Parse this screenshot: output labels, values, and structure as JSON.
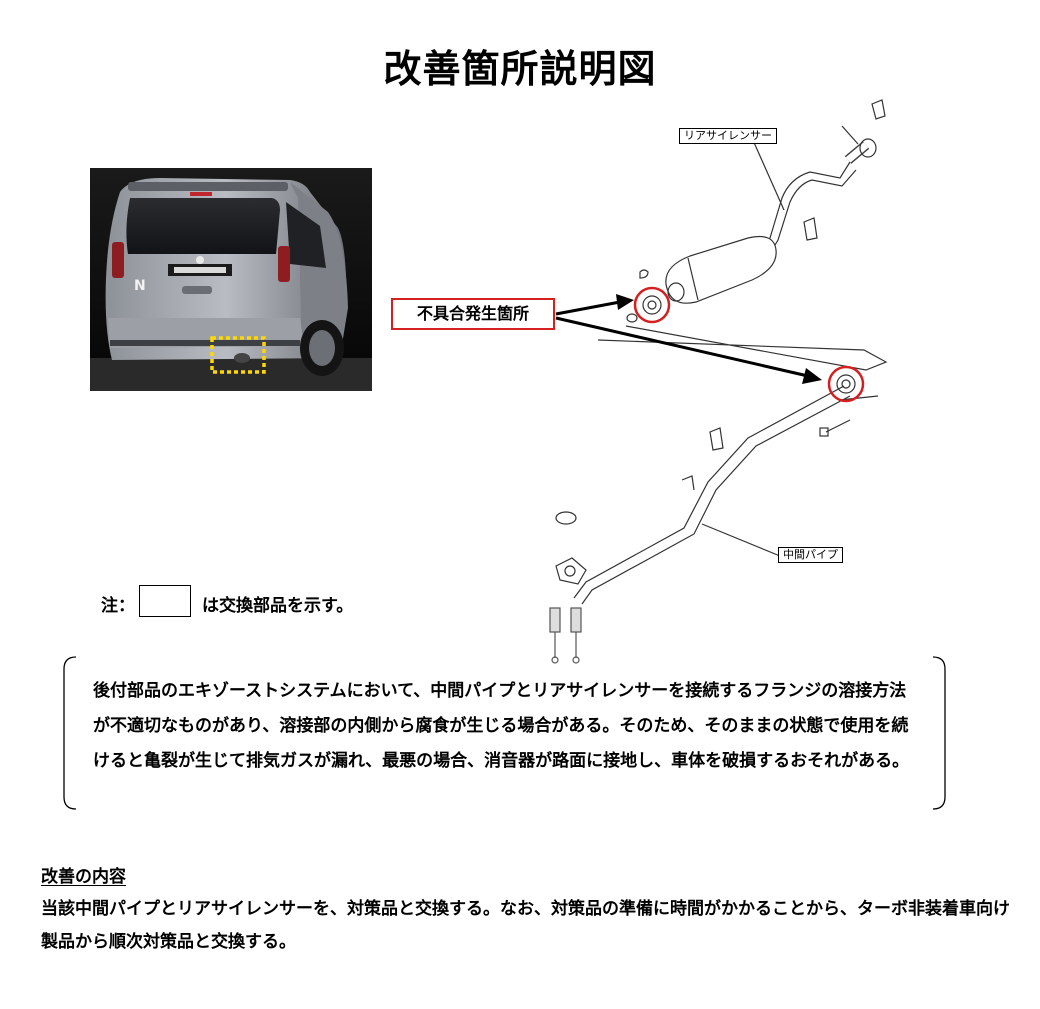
{
  "title": "改善箇所説明図",
  "diagram": {
    "defect_label": "不具合発生箇所",
    "part_labels": {
      "rear_silencer": "リアサイレンサー",
      "middle_pipe": "中間パイプ"
    },
    "highlight_color": "#d42020"
  },
  "photo": {
    "emblem": "N",
    "highlight_color": "#ffd800"
  },
  "note": {
    "prefix": "注：",
    "text": "は交換部品を示す。"
  },
  "description": "後付部品のエキゾーストシステムにおいて、中間パイプとリアサイレンサーを接続するフランジの溶接方法が不適切なものがあり、溶接部の内側から腐食が生じる場合がある。そのため、そのままの状態で使用を続けると亀裂が生じて排気ガスが漏れ、最悪の場合、消音器が路面に接地し、車体を破損するおそれがある。",
  "improvement": {
    "heading": "改善の内容",
    "body": "当該中間パイプとリアサイレンサーを、対策品と交換する。なお、対策品の準備に時間がかかることから、ターボ非装着車向け製品から順次対策品と交換する。"
  }
}
